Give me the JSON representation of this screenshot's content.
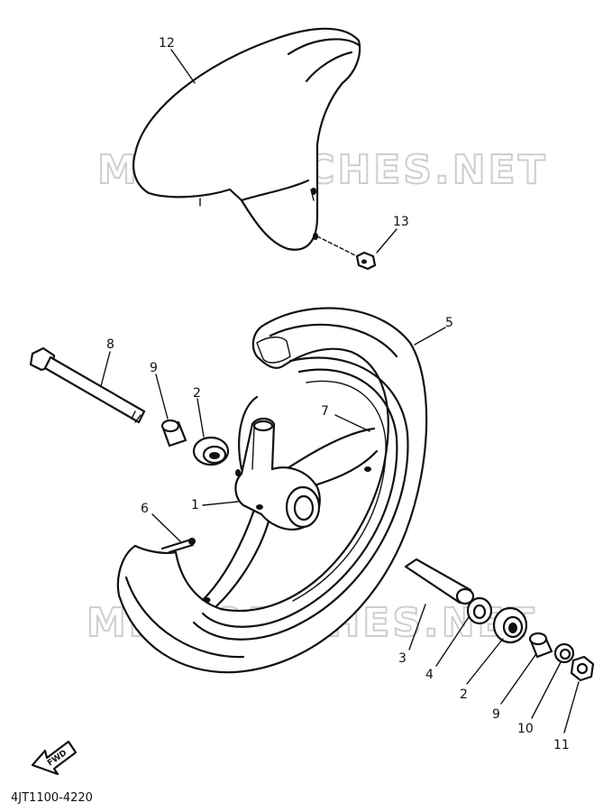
{
  "diagram": {
    "watermarks": [
      "MICROFICHES.NET",
      "MICROFICHES.NET"
    ],
    "callouts": [
      "12",
      "13",
      "5",
      "8",
      "9",
      "2",
      "7",
      "1",
      "6",
      "3",
      "4",
      "2",
      "9",
      "10",
      "11"
    ],
    "fwd_label": "FWD",
    "drawing_code": "4JT1100-4220"
  }
}
